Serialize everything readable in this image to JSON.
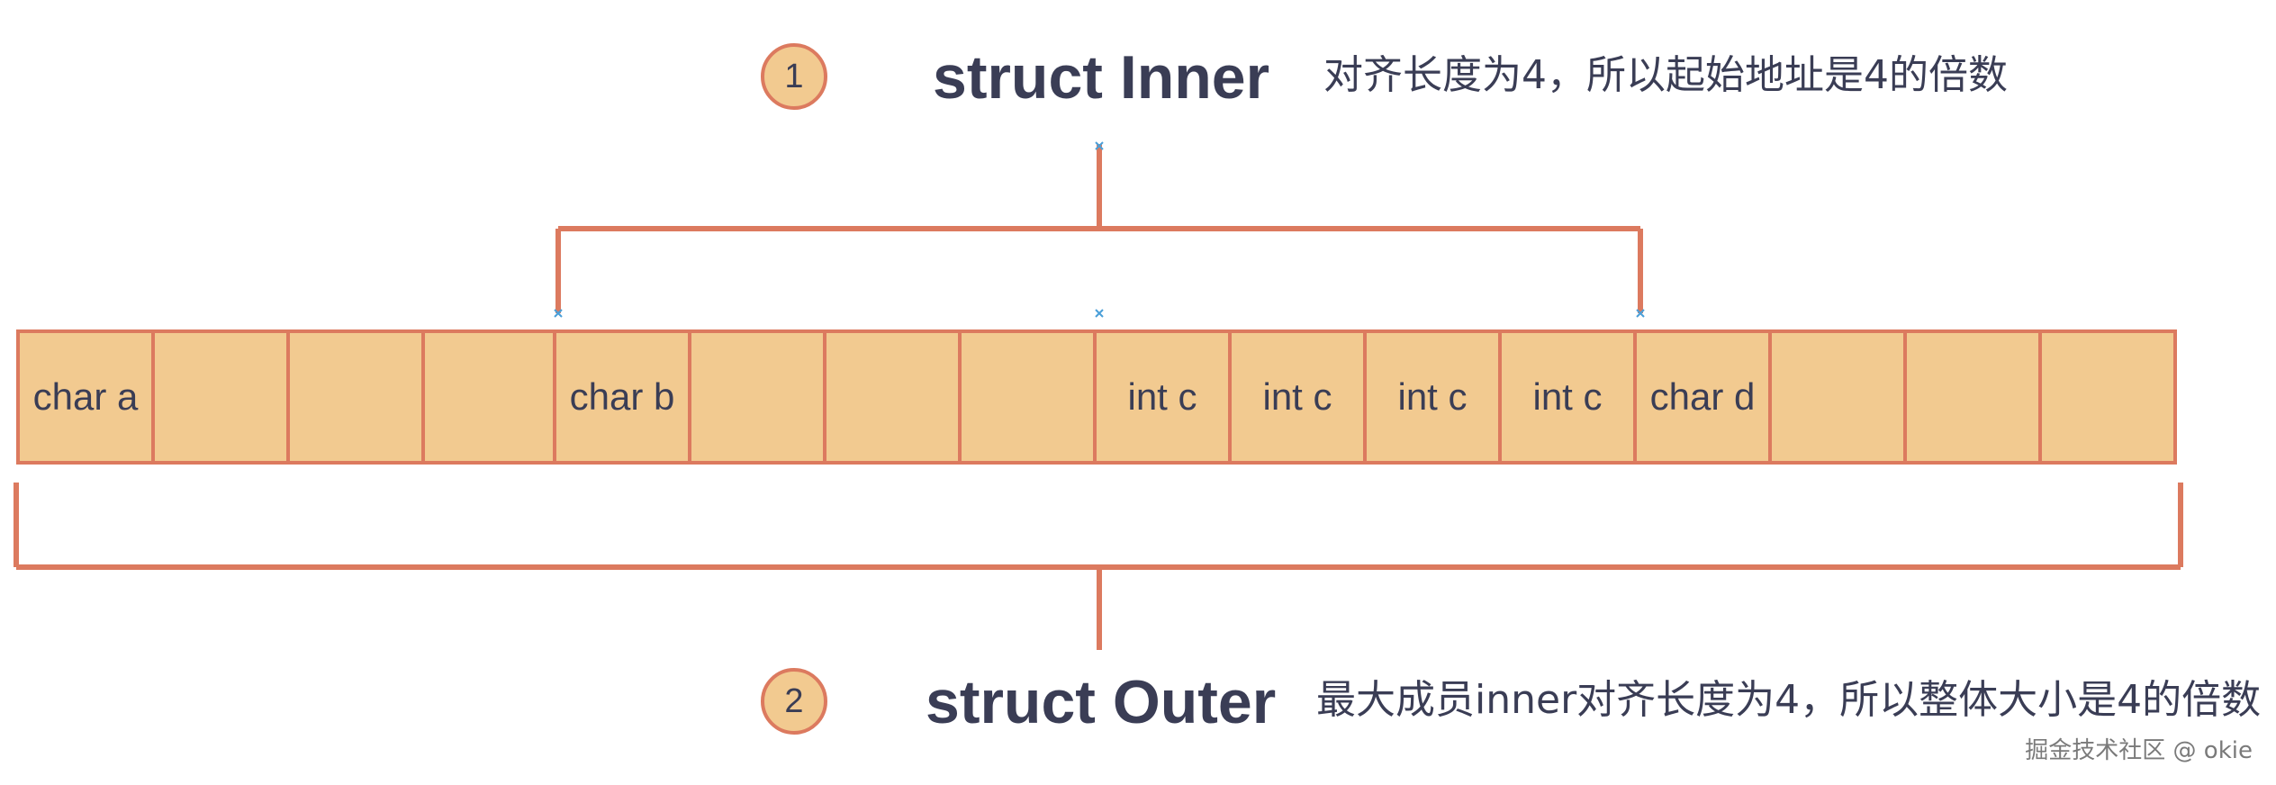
{
  "inner": {
    "badge": "1",
    "title": "struct Inner",
    "note": "对齐长度为4，所以起始地址是4的倍数"
  },
  "outer": {
    "badge": "2",
    "title": "struct Outer",
    "note": "最大成员inner对齐长度为4，所以整体大小是4的倍数"
  },
  "memory_cells": [
    "char a",
    "",
    "",
    "",
    "char b",
    "",
    "",
    "",
    "int c",
    "int c",
    "int c",
    "int c",
    "char d",
    "",
    "",
    ""
  ],
  "colors": {
    "cell_fill": "#f2ca90",
    "line": "#dc7a5f",
    "text": "#3a3d55"
  },
  "watermark": "掘金技术社区 @ okie"
}
